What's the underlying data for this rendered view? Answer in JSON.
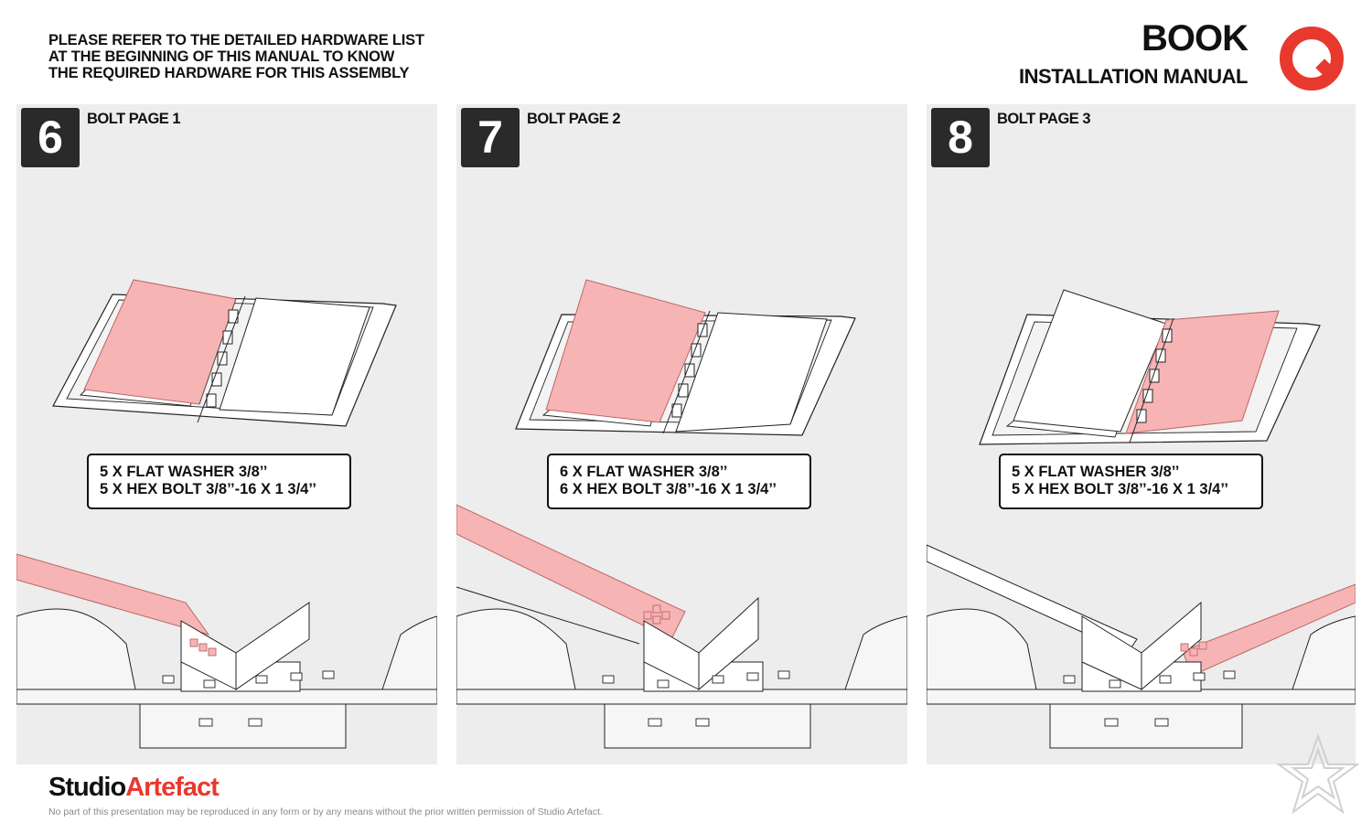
{
  "header": {
    "notice_lines": [
      "PLEASE REFER TO THE DETAILED HARDWARE LIST",
      "AT THE BEGINNING OF THIS MANUAL TO KNOW",
      "THE REQUIRED HARDWARE FOR THIS ASSEMBLY"
    ],
    "title": "BOOK",
    "subtitle": "INSTALLATION MANUAL",
    "logo_icon": "studio-artefact-logo-icon"
  },
  "steps": [
    {
      "number": "6",
      "title": "BOLT PAGE 1",
      "hardware": [
        "5 X FLAT WASHER 3/8’’",
        "5 X HEX BOLT 3/8’’-16 X 1 3/4’’"
      ],
      "highlighted_page": "left"
    },
    {
      "number": "7",
      "title": "BOLT PAGE 2",
      "hardware": [
        "6 X FLAT WASHER 3/8’’",
        "6 X HEX BOLT 3/8’’-16 X 1 3/4’’"
      ],
      "highlighted_page": "left"
    },
    {
      "number": "8",
      "title": "BOLT PAGE 3",
      "hardware": [
        "5 X FLAT WASHER 3/8’’",
        "5 X HEX BOLT 3/8’’-16 X 1 3/4’’"
      ],
      "highlighted_page": "right"
    }
  ],
  "footer": {
    "brand_part1": "Studio",
    "brand_part2": "Artefact",
    "copyright": "No part of this presentation may be reproduced in any form or by any means without the prior written permission of Studio Artefact.",
    "watermark_icon": "star-watermark-icon"
  },
  "colors": {
    "accent": "#e8392f",
    "highlight_fill": "#f7b4b4",
    "panel_bg": "#ededed",
    "badge_bg": "#2a2a2a"
  }
}
